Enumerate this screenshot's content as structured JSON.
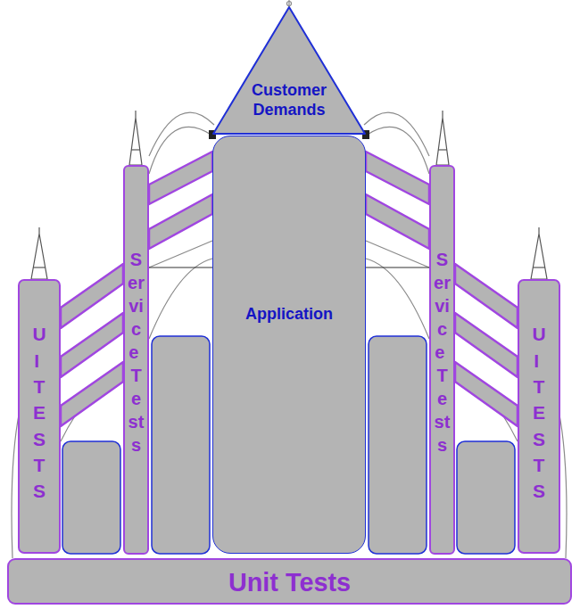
{
  "diagram": {
    "nodes": [
      {
        "text": [
          "Customer Demands"
        ]
      },
      {
        "text": [
          "UI TESTS"
        ]
      },
      {
        "text": [
          "Service Tests"
        ]
      },
      {
        "text": [
          "Application"
        ]
      },
      {
        "text": [
          "Service Tests"
        ]
      },
      {
        "text": [
          "UI TESTS"
        ]
      },
      {
        "text": [
          "Unit Tests"
        ]
      }
    ]
  }
}
